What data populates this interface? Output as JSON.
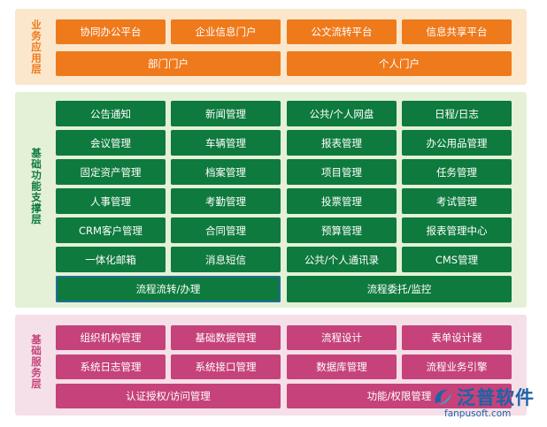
{
  "layers": {
    "app": {
      "label": "业务应用层",
      "row1": [
        "协同办公平台",
        "企业信息门户",
        "公文流转平台",
        "信息共享平台"
      ],
      "row2": [
        "部门门户",
        "个人门户"
      ]
    },
    "base": {
      "label": "基础功能支撑层",
      "grid": [
        [
          "公告通知",
          "新闻管理",
          "公共/个人网盘",
          "日程/日志"
        ],
        [
          "会议管理",
          "车辆管理",
          "报表管理",
          "办公用品管理"
        ],
        [
          "固定资产管理",
          "档案管理",
          "项目管理",
          "任务管理"
        ],
        [
          "人事管理",
          "考勤管理",
          "投票管理",
          "考试管理"
        ],
        [
          "CRM客户管理",
          "合同管理",
          "预算管理",
          "报表管理中心"
        ],
        [
          "一体化邮箱",
          "消息短信",
          "公共/个人通讯录",
          "CMS管理"
        ]
      ],
      "wide": [
        "流程流转/办理",
        "流程委托/监控"
      ]
    },
    "svc": {
      "label": "基础服务层",
      "grid": [
        [
          "组织机构管理",
          "基础数据管理",
          "流程设计",
          "表单设计器"
        ],
        [
          "系统日志管理",
          "系统接口管理",
          "数据库管理",
          "流程业务引擎"
        ]
      ],
      "wide": [
        "认证授权/访问管理",
        "功能/权限管理"
      ]
    }
  },
  "logo": {
    "name": "泛普软件",
    "url": "fanpusoft.com"
  },
  "colors": {
    "app": "#ee7a1c",
    "base": "#0e7a3d",
    "svc": "#c5427a"
  }
}
